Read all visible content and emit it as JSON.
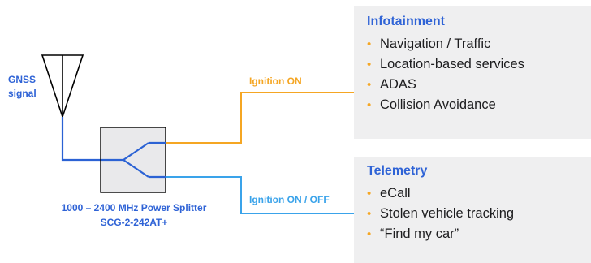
{
  "labels": {
    "gnss_line1": "GNSS",
    "gnss_line2": "signal",
    "ignition_on": "Ignition ON",
    "ignition_on_off": "Ignition ON / OFF",
    "splitter_line1": "1000 – 2400 MHz  Power Splitter",
    "splitter_line2": "SCG-2-242AT+"
  },
  "infotainment": {
    "title": "Infotainment",
    "items": [
      "Navigation / Traffic",
      "Location-based services",
      "ADAS",
      "Collision Avoidance"
    ]
  },
  "telemetry": {
    "title": "Telemetry",
    "items": [
      "eCall",
      "Stolen vehicle tracking",
      "“Find my car”"
    ]
  },
  "colors": {
    "accent_blue": "#2f63d6",
    "line_blue": "#2b62d4",
    "light_blue": "#3aa3ea",
    "orange": "#f5a623",
    "panel_bg": "#efeff0",
    "splitter_fill": "#e9e9eb"
  }
}
